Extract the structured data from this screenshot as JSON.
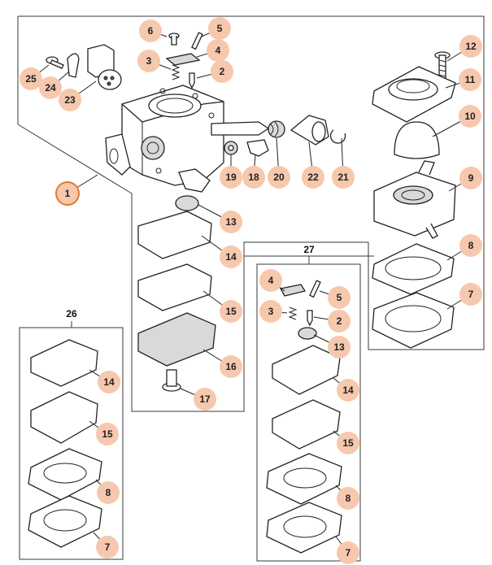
{
  "colors": {
    "callout_fill": "#f6c8ad",
    "highlight_ring": "#e07b2e",
    "line": "#222222"
  },
  "kits": {
    "kit_26": "26",
    "kit_27": "27"
  },
  "callouts": {
    "c1": "1",
    "c2a": "2",
    "c3a": "3",
    "c4a": "4",
    "c5a": "5",
    "c6": "6",
    "c7r": "7",
    "c8r": "8",
    "c9": "9",
    "c10": "10",
    "c11": "11",
    "c12": "12",
    "c13a": "13",
    "c14a": "14",
    "c15a": "15",
    "c16": "16",
    "c17": "17",
    "c18": "18",
    "c19": "19",
    "c20": "20",
    "c21": "21",
    "c22": "22",
    "c23": "23",
    "c24": "24",
    "c25": "25",
    "c14b": "14",
    "c15b": "15",
    "c8b": "8",
    "c7b": "7",
    "c4c": "4",
    "c5c": "5",
    "c3c": "3",
    "c2c": "2",
    "c13c": "13",
    "c14c": "14",
    "c15c": "15",
    "c8c": "8",
    "c7c": "7"
  }
}
